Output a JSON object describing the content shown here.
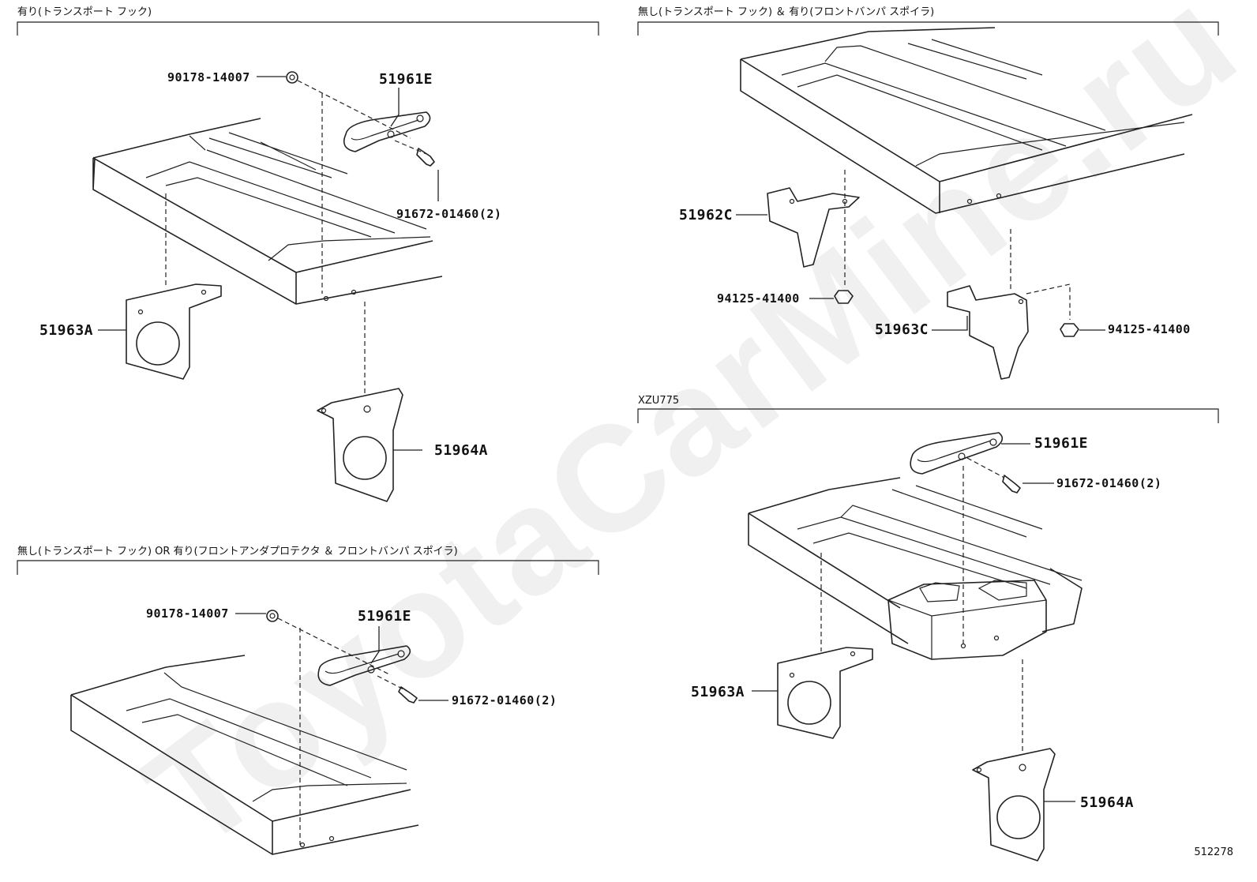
{
  "watermark": "ToyotaCarMine.ru",
  "figure_id": "512278",
  "sections": {
    "top_left": {
      "title": "有り(トランスポート フック)",
      "parts": [
        "90178-14007",
        "51961E",
        "91672-01460(2)",
        "51963A",
        "51964A"
      ]
    },
    "top_right": {
      "title": "無し(トランスポート フック) ＆ 有り(フロントバンパ スポイラ)",
      "parts": [
        "51962C",
        "94125-41400",
        "51963C",
        "94125-41400"
      ]
    },
    "bottom_left": {
      "title": "無し(トランスポート フック) OR 有り(フロントアンダプロテクタ ＆ フロントバンパ スポイラ)",
      "parts": [
        "90178-14007",
        "51961E",
        "91672-01460(2)"
      ]
    },
    "bottom_right": {
      "title": "XZU775",
      "parts": [
        "51961E",
        "91672-01460(2)",
        "51963A",
        "51964A"
      ]
    }
  }
}
